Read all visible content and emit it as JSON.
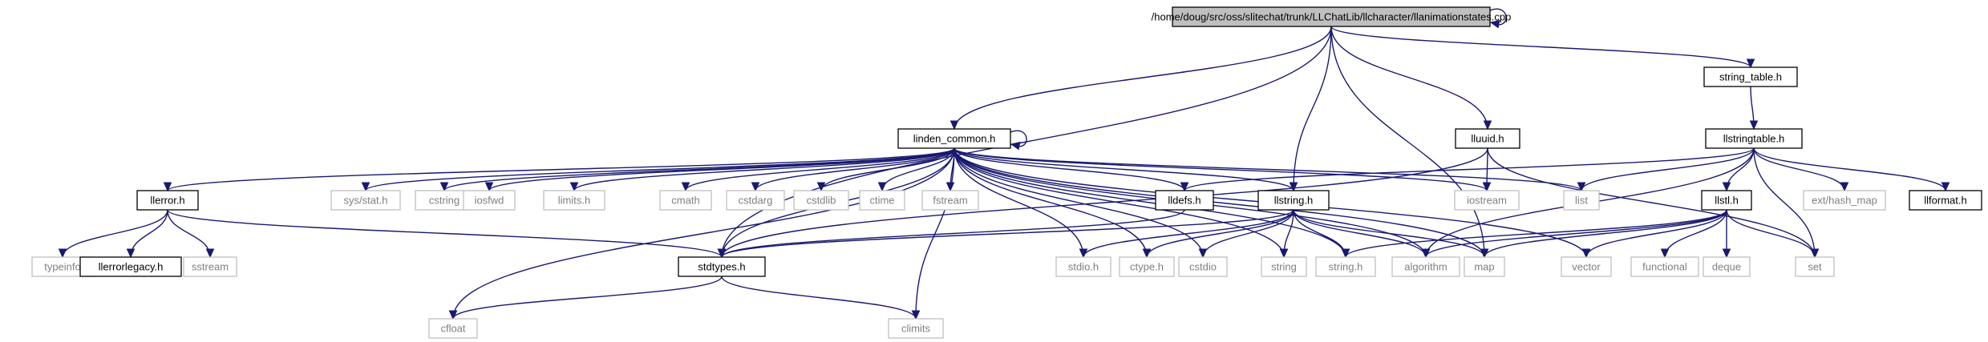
{
  "colors": {
    "edge": "#191970",
    "text_dark": "#000000",
    "text_light": "#7f7f7f",
    "border_dark": "#000000",
    "border_light": "#bfbfbf",
    "root_fill": "#bfbfbf",
    "node_fill": "#ffffff"
  },
  "nodes": [
    {
      "id": "root",
      "label": "/home/doug/src/oss/slitechat/trunk/LLChatLib/llcharacter/llanimationstates.cpp",
      "style": "root"
    },
    {
      "id": "linden_common",
      "label": "linden_common.h",
      "style": "dark"
    },
    {
      "id": "lluuid",
      "label": "lluuid.h",
      "style": "dark"
    },
    {
      "id": "string_table",
      "label": "string_table.h",
      "style": "dark"
    },
    {
      "id": "llstringtable",
      "label": "llstringtable.h",
      "style": "dark"
    },
    {
      "id": "llerror",
      "label": "llerror.h",
      "style": "dark"
    },
    {
      "id": "sys_stat",
      "label": "sys/stat.h",
      "style": "light"
    },
    {
      "id": "cstring",
      "label": "cstring",
      "style": "light"
    },
    {
      "id": "iosfwd",
      "label": "iosfwd",
      "style": "light"
    },
    {
      "id": "limits",
      "label": "limits.h",
      "style": "light"
    },
    {
      "id": "cmath",
      "label": "cmath",
      "style": "light"
    },
    {
      "id": "cstdarg",
      "label": "cstdarg",
      "style": "light"
    },
    {
      "id": "cstdlib",
      "label": "cstdlib",
      "style": "light"
    },
    {
      "id": "ctime",
      "label": "ctime",
      "style": "light"
    },
    {
      "id": "fstream",
      "label": "fstream",
      "style": "light"
    },
    {
      "id": "lldefs",
      "label": "lldefs.h",
      "style": "dark"
    },
    {
      "id": "llstring",
      "label": "llstring.h",
      "style": "dark"
    },
    {
      "id": "iostream",
      "label": "iostream",
      "style": "light"
    },
    {
      "id": "list",
      "label": "list",
      "style": "light"
    },
    {
      "id": "hash_map",
      "label": "ext/hash_map",
      "style": "light"
    },
    {
      "id": "llformat",
      "label": "llformat.h",
      "style": "dark"
    },
    {
      "id": "typeinfo",
      "label": "typeinfo",
      "style": "light"
    },
    {
      "id": "llerrorlegacy",
      "label": "llerrorlegacy.h",
      "style": "dark"
    },
    {
      "id": "sstream",
      "label": "sstream",
      "style": "light"
    },
    {
      "id": "stdtypes",
      "label": "stdtypes.h",
      "style": "dark"
    },
    {
      "id": "stdio",
      "label": "stdio.h",
      "style": "light"
    },
    {
      "id": "ctype",
      "label": "ctype.h",
      "style": "light"
    },
    {
      "id": "cstdio",
      "label": "cstdio",
      "style": "light"
    },
    {
      "id": "string",
      "label": "string",
      "style": "light"
    },
    {
      "id": "string_h",
      "label": "string.h",
      "style": "light"
    },
    {
      "id": "algorithm",
      "label": "algorithm",
      "style": "light"
    },
    {
      "id": "map",
      "label": "map",
      "style": "light"
    },
    {
      "id": "vector",
      "label": "vector",
      "style": "light"
    },
    {
      "id": "llstl",
      "label": "llstl.h",
      "style": "dark"
    },
    {
      "id": "functional",
      "label": "functional",
      "style": "light"
    },
    {
      "id": "deque",
      "label": "deque",
      "style": "light"
    },
    {
      "id": "set",
      "label": "set",
      "style": "light"
    },
    {
      "id": "cfloat",
      "label": "cfloat",
      "style": "light"
    },
    {
      "id": "climits",
      "label": "climits",
      "style": "light"
    }
  ],
  "edges": [
    [
      "root",
      "root"
    ],
    [
      "root",
      "linden_common"
    ],
    [
      "root",
      "stdtypes"
    ],
    [
      "root",
      "llstring"
    ],
    [
      "root",
      "lluuid"
    ],
    [
      "root",
      "map"
    ],
    [
      "root",
      "string_table"
    ],
    [
      "string_table",
      "llstringtable"
    ],
    [
      "linden_common",
      "linden_common"
    ],
    [
      "linden_common",
      "llerror"
    ],
    [
      "linden_common",
      "sys_stat"
    ],
    [
      "linden_common",
      "cstring"
    ],
    [
      "linden_common",
      "iosfwd"
    ],
    [
      "linden_common",
      "limits"
    ],
    [
      "linden_common",
      "cmath"
    ],
    [
      "linden_common",
      "cstdarg"
    ],
    [
      "linden_common",
      "cstdlib"
    ],
    [
      "linden_common",
      "ctime"
    ],
    [
      "linden_common",
      "fstream"
    ],
    [
      "linden_common",
      "lldefs"
    ],
    [
      "linden_common",
      "llstring"
    ],
    [
      "linden_common",
      "stdtypes"
    ],
    [
      "linden_common",
      "stdio"
    ],
    [
      "linden_common",
      "cfloat"
    ],
    [
      "linden_common",
      "climits"
    ],
    [
      "linden_common",
      "ctype"
    ],
    [
      "linden_common",
      "cstdio"
    ],
    [
      "linden_common",
      "string"
    ],
    [
      "linden_common",
      "string_h"
    ],
    [
      "linden_common",
      "algorithm"
    ],
    [
      "linden_common",
      "map"
    ],
    [
      "linden_common",
      "vector"
    ],
    [
      "linden_common",
      "iostream"
    ],
    [
      "linden_common",
      "list"
    ],
    [
      "lluuid",
      "stdtypes"
    ],
    [
      "lluuid",
      "iostream"
    ],
    [
      "lluuid",
      "set"
    ],
    [
      "llstringtable",
      "lldefs"
    ],
    [
      "llstringtable",
      "llstl"
    ],
    [
      "llstringtable",
      "list"
    ],
    [
      "llstringtable",
      "hash_map"
    ],
    [
      "llstringtable",
      "llformat"
    ],
    [
      "llstringtable",
      "set"
    ],
    [
      "llstringtable",
      "algorithm"
    ],
    [
      "llerror",
      "typeinfo"
    ],
    [
      "llerror",
      "llerrorlegacy"
    ],
    [
      "llerror",
      "sstream"
    ],
    [
      "llerror",
      "stdtypes"
    ],
    [
      "lldefs",
      "stdtypes"
    ],
    [
      "llstring",
      "stdtypes"
    ],
    [
      "llstring",
      "stdio"
    ],
    [
      "llstring",
      "ctype"
    ],
    [
      "llstring",
      "cstdio"
    ],
    [
      "llstring",
      "string"
    ],
    [
      "llstring",
      "string_h"
    ],
    [
      "llstring",
      "algorithm"
    ],
    [
      "llstring",
      "map"
    ],
    [
      "stdtypes",
      "cfloat"
    ],
    [
      "stdtypes",
      "climits"
    ],
    [
      "llstl",
      "map"
    ],
    [
      "llstl",
      "vector"
    ],
    [
      "llstl",
      "functional"
    ],
    [
      "llstl",
      "deque"
    ],
    [
      "llstl",
      "set"
    ],
    [
      "llstl",
      "string_h"
    ],
    [
      "llstl",
      "algorithm"
    ]
  ]
}
